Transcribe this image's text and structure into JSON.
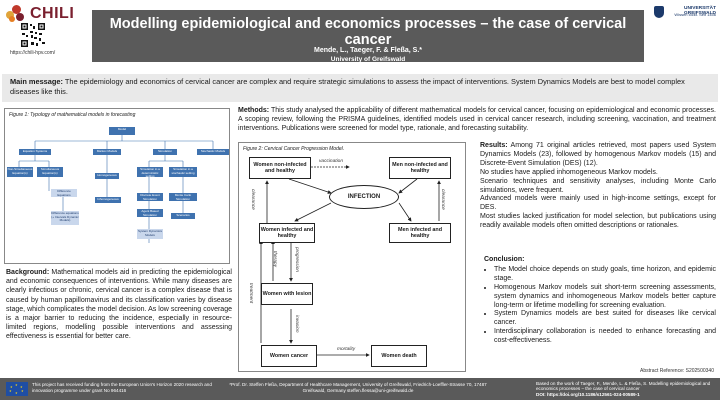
{
  "header": {
    "brand": "CHILI",
    "qr_url": "https://chili-hpv.com/",
    "title": "Modelling epidemiological and economics processes – the case of cervical cancer",
    "authors": "Mende, L., Taeger, F. & Fleßa, S.*",
    "affiliation": "University of Greifswald",
    "university_name": "UNIVERSITÄT GREIFSWALD",
    "university_tagline": "Wissen lockt. Seit 1456"
  },
  "main_message": {
    "label": "Main message:",
    "text": "The epidemiology and economics of cervical cancer are complex and require strategic simulations to assess the impact of interventions. System Dynamics Models are best to model complex diseases like this."
  },
  "methods": {
    "label": "Methods:",
    "text": "This study analysed the applicability of different mathematical models for cervical cancer, focusing on epidemiological and economic processes. A scoping review, following the PRISMA guidelines, identified models used in cervical cancer research, including screening, vaccination, and treatment interventions. Publications were screened for model type, rationale, and forecasting suitability."
  },
  "figure1": {
    "caption": "Figure 1: Typology of mathematical models in forecasting",
    "nodes": {
      "root": "Model",
      "equation": "Equation Systems",
      "markov": "Markov Models",
      "simulation": "Simulation",
      "stochastic": "Stochastic Models",
      "non_simul": "Non-Simultaneous Equation(s)",
      "simul": "Simultaneous Equation(s)",
      "diff_eq": "Difference Equations",
      "diff_mixed": "Difference equations (+ Intervals Dynamic Models)",
      "homog": "Homogeneous",
      "inhomog": "Inhomogeneous",
      "sim_det": "Simulation in a deterministic setting",
      "sim_stoch": "Simulation in a stochastic setting",
      "discrete": "Discrete Event Simulation",
      "agent": "Agent Based Simulation",
      "sysdyn": "System Dynamics Models",
      "montecarlo": "Monte Carlo Simulation",
      "scenarios": "Scenarios"
    }
  },
  "background": {
    "label": "Background:",
    "text": "Mathematical models aid in predicting the epidemiological and economic consequences of interventions. While many diseases are clearly infectious or chronic, cervical cancer is a complex disease that is caused by human papillomavirus and its classification varies by disease stage, which complicates the model decision. As low screening coverage is a major barrier to reducing the incidence, especially in resource-limited regions, modelling possible interventions and assessing effectiveness is essential for better care."
  },
  "figure2": {
    "caption": "Figure 2: Cervical Cancer Progression Model.",
    "women_noninfected": "Women non-infected and healthy",
    "men_noninfected": "Men non-infected and healthy",
    "infection": "INFECTION",
    "women_infected": "Women infected and healthy",
    "men_infected": "Men infected and healthy",
    "women_lesion": "Women with lesion",
    "women_cancer": "Women cancer",
    "women_death": "Women death",
    "lbl_vaccination": "vaccination",
    "lbl_clearance_left": "clearance",
    "lbl_clearance_right": "clearance",
    "lbl_progression": "progression",
    "lbl_therapy": "therapy",
    "lbl_treatment": "treatment",
    "lbl_invasion": "invasion",
    "lbl_mortality": "mortality"
  },
  "results": {
    "label": "Results:",
    "p1": "Among 71 original articles retrieved, most papers used System Dynamics Models (23), followed by homogenous Markov models (15) and Discrete-Event Simulation (DES) (12).",
    "p2": "No studies have applied inhomogeneous Markov models.",
    "p3": "Scenario techniques and sensitivity analyses, including Monte Carlo simulations, were frequent.",
    "p4": "Advanced models were mainly used in high-income settings, except for DES.",
    "p5": "Most studies lacked justification for model selection, but publications using readily available models often omitted descriptions or rationales."
  },
  "conclusion": {
    "label": "Conclusion:",
    "items": [
      "The Model choice depends on study goals, time horizon, and epidemic stage.",
      "Homogenous Markov models suit short-term screening assessments, system dynamics and inhomogeneous Markov models better capture long-term or lifetime modelling for screening evaluation.",
      "System Dynamics models are best suited for diseases like cervical cancer.",
      "Interdisciplinary collaboration is needed to enhance forecasting and cost-effectiveness."
    ]
  },
  "abstract_ref": "Abstract Reference: S202500340",
  "footer": {
    "funding": "This project has received funding from the European Union's Horizon 2020 research and innovation programme under grant No 964416",
    "contact": "*Prof. Dr. Steffen Fleßa, Department of Healthcare Management, University of Greifswald, Friedrich-Loeffler-Strasse 70, 17487 Greifswald, Germany steffen.flessa@uni-greifswald.de",
    "work": "Based on the work of Taeger, F., Mende, L. & Fleßa, S. Modelling epidemiological and economics processes – the case of cervical cancer",
    "doi": "DOI: https://doi.org/10.1186/s12561-024-00589-1"
  },
  "colors": {
    "title_bg": "#5a5a5a",
    "node_blue": "#3f72af",
    "node_light": "#c9d7ec",
    "brand": "#7a1f2e"
  }
}
